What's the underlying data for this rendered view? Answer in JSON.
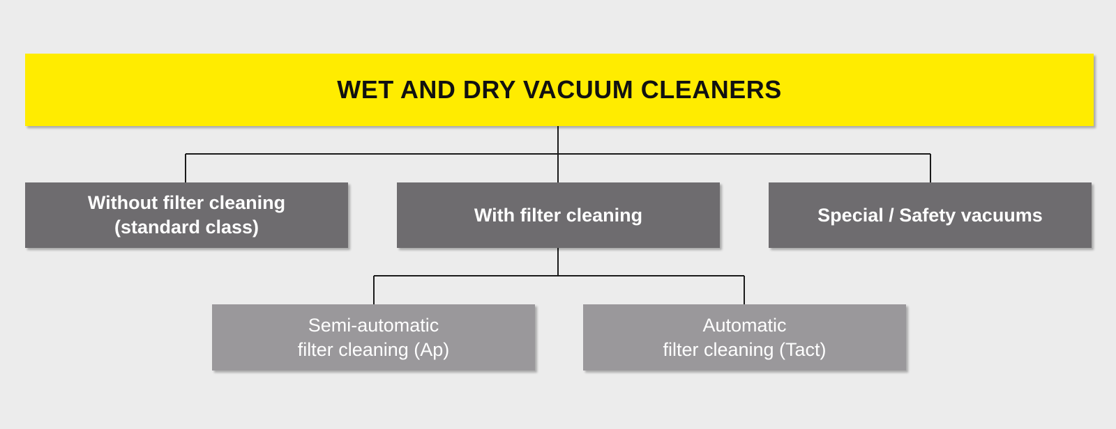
{
  "colors": {
    "background": "#ececec",
    "root_fill": "#ffec00",
    "category_fill": "#6e6c6f",
    "subcategory_fill": "#9a989b",
    "connector": "#1a1a1a"
  },
  "diagram": {
    "root": {
      "label": "WET AND DRY VACUUM CLEANERS"
    },
    "categories": [
      {
        "label": "Without filter cleaning\n(standard class)"
      },
      {
        "label": "With filter cleaning"
      },
      {
        "label": "Special / Safety vacuums"
      }
    ],
    "subcategories": [
      {
        "label": "Semi-automatic\nfilter cleaning (Ap)"
      },
      {
        "label": "Automatic\nfilter cleaning (Tact)"
      }
    ]
  }
}
